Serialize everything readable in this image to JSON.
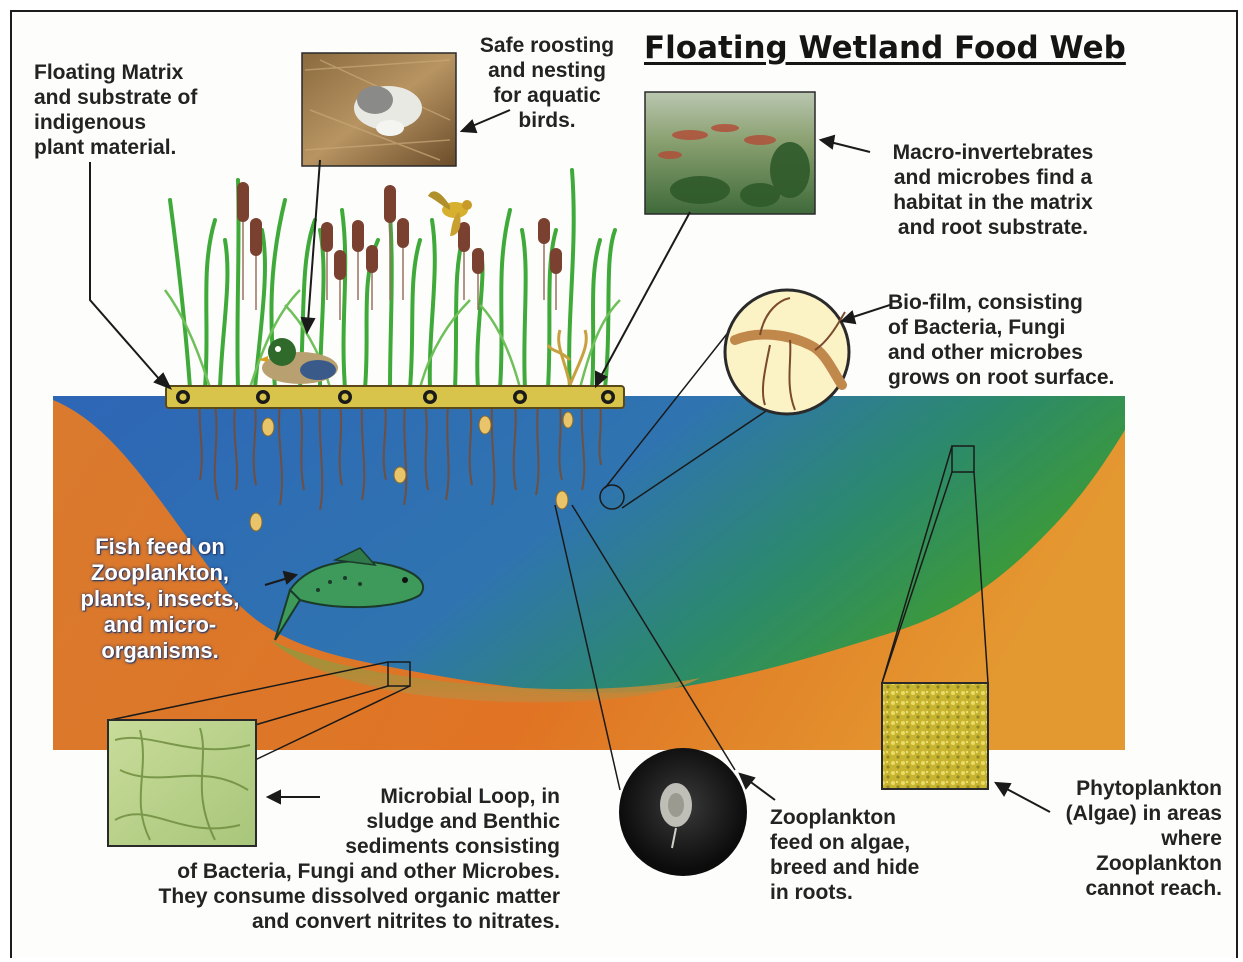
{
  "title": "Floating Wetland Food Web",
  "labels": {
    "floating_matrix": "Floating Matrix\nand substrate of\nindigenous\nplant material.",
    "roosting": "Safe roosting\nand nesting\nfor aquatic\nbirds.",
    "macro": "Macro-invertebrates\nand microbes find a\nhabitat in the matrix\nand root substrate.",
    "biofilm": "Bio-film, consisting\nof Bacteria, Fungi\nand other microbes\ngrows on root surface.",
    "fish": "Fish feed on\nZooplankton,\nplants, insects,\nand micro-\norganisms.",
    "microbial": "Microbial Loop, in\nsludge and Benthic\nsediments consisting\nof Bacteria, Fungi and other Microbes.\nThey consume dissolved organic matter\nand convert nitrites to nitrates.",
    "zooplankton": "Zooplankton\nfeed on algae,\nbreed and hide\nin roots.",
    "phytoplankton": "Phytoplankton\n(Algae) in areas\nwhere\nZooplankton\ncannot reach."
  },
  "colors": {
    "water_top": "#2f6fb8",
    "water_right": "#3f9a3a",
    "sediment": "#e07828",
    "mat": "#d8c44a",
    "reed_green": "#3faa3a",
    "cattail": "#7a4030",
    "root": "#7a4a2e",
    "biofilm_circle": "#fbf2c6",
    "phyto_box": "#c8b838"
  },
  "icons": [
    "bird-photo",
    "macro-photo",
    "microbial-photo",
    "zooplankton-photo",
    "biofilm-magnifier",
    "phytoplankton-swatch",
    "fish-figure",
    "duck-figure",
    "flying-bird-figure"
  ]
}
